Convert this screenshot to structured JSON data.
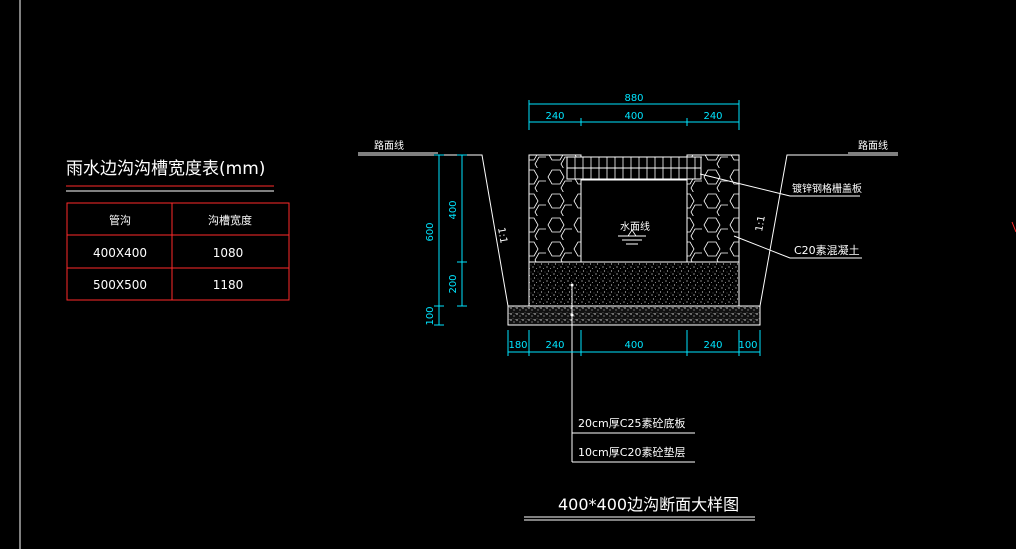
{
  "table": {
    "title": "雨水边沟沟槽宽度表(mm)",
    "headers": [
      "管沟",
      "沟槽宽度"
    ],
    "rows": [
      [
        "400X400",
        "1080"
      ],
      [
        "500X500",
        "1180"
      ]
    ]
  },
  "labels": {
    "road_left": "路面线",
    "road_right": "路面线",
    "grating": "镀锌钢格栅盖板",
    "wall_concrete": "C20素混凝土",
    "water_line": "水面线",
    "slope_left": "1:1",
    "slope_right": "1:1",
    "base_slab": "20cm厚C25素砼底板",
    "cushion": "10cm厚C20素砼垫层",
    "drawing_title": "400*400边沟断面大样图"
  },
  "dims": {
    "top_total": "880",
    "top_segments": [
      "240",
      "400",
      "240"
    ],
    "bottom_segments": [
      "180",
      "240",
      "400",
      "240",
      "100"
    ],
    "left_outer": [
      "600",
      "100"
    ],
    "left_inner": [
      "400",
      "200"
    ]
  },
  "colors": {
    "background": "#000000",
    "lines": "#ffffff",
    "dimensions": "#00e5ff",
    "table_border": "#ff2a2a"
  }
}
